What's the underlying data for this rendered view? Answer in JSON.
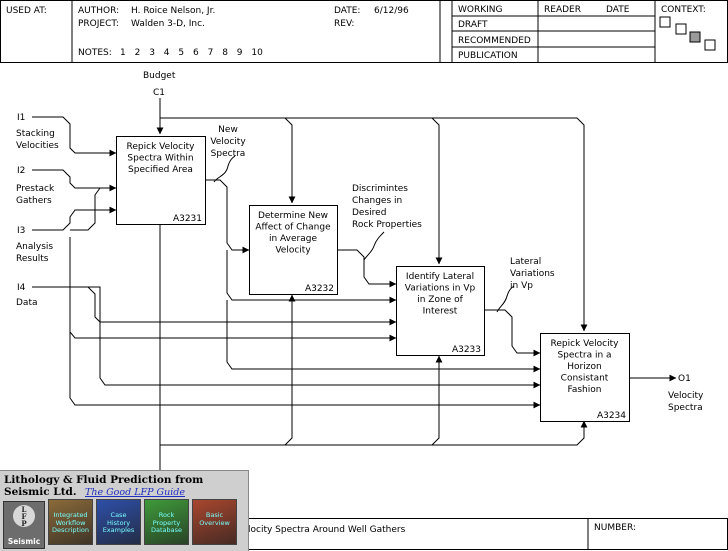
{
  "header": {
    "used_at_label": "USED AT:",
    "author_label": "AUTHOR:",
    "author_value": "H. Roice Nelson, Jr.",
    "project_label": "PROJECT:",
    "project_value": "Walden 3-D, Inc.",
    "date_label": "DATE:",
    "date_value": "6/12/96",
    "rev_label": "REV:",
    "notes_label": "NOTES:",
    "notes_numbers": [
      "1",
      "2",
      "3",
      "4",
      "5",
      "6",
      "7",
      "8",
      "9",
      "10"
    ],
    "status_items": [
      "WORKING",
      "DRAFT",
      "RECOMMENDED",
      "PUBLICATION"
    ],
    "reader_label": "READER",
    "reader_date_label": "DATE",
    "context_label": "CONTEXT:"
  },
  "diagram": {
    "control": {
      "name": "Budget",
      "code": "C1"
    },
    "inputs": [
      {
        "code": "I1",
        "label": [
          "Stacking",
          "Velocities"
        ]
      },
      {
        "code": "I2",
        "label": [
          "Prestack",
          "Gathers"
        ]
      },
      {
        "code": "I3",
        "label": [
          "Analysis",
          "Results"
        ]
      },
      {
        "code": "I4",
        "label": [
          "Data"
        ]
      }
    ],
    "output": {
      "code": "O1",
      "label": [
        "Velocity",
        "Spectra"
      ]
    },
    "boxes": [
      {
        "id": "A3231",
        "lines": [
          "Repick Velocity",
          "Spectra Within",
          "Specified Area"
        ]
      },
      {
        "id": "A3232",
        "lines": [
          "Determine New",
          "Affect of Change",
          "in Average",
          "Velocity"
        ]
      },
      {
        "id": "A3233",
        "lines": [
          "Identify Lateral",
          "Variations in Vp",
          "in Zone of",
          "Interest"
        ]
      },
      {
        "id": "A3234",
        "lines": [
          "Repick Velocity",
          "Spectra in a",
          "Horizon",
          "Consistant",
          "Fashion"
        ]
      }
    ],
    "arrow_labels": [
      {
        "lines": [
          "New",
          "Velocity",
          "Spectra"
        ]
      },
      {
        "lines": [
          "Discrimintes",
          "Changes in",
          "Desired",
          "Rock Properties"
        ]
      },
      {
        "lines": [
          "Lateral",
          "Variations",
          "in Vp"
        ]
      }
    ]
  },
  "footer": {
    "title_partial": "locity Spectra Around Well Gathers",
    "number_label": "NUMBER:"
  },
  "banner": {
    "title": "Lithology & Fluid Prediction from Seismic Ltd.",
    "subtitle": "The Good LFP Guide",
    "logo_letters": [
      "L",
      "F",
      "P"
    ],
    "logo_word": "Seismic",
    "tiles": [
      {
        "lines": [
          "Integrated",
          "Workflow",
          "Description"
        ],
        "color": "#8a6a3a"
      },
      {
        "lines": [
          "Case",
          "History",
          "Examples"
        ],
        "color": "#2e4fa8"
      },
      {
        "lines": [
          "Rock",
          "Property",
          "Database"
        ],
        "color": "#3f9a3a"
      },
      {
        "lines": [
          "Basic",
          "Overview"
        ],
        "color": "#a8462e"
      }
    ]
  }
}
